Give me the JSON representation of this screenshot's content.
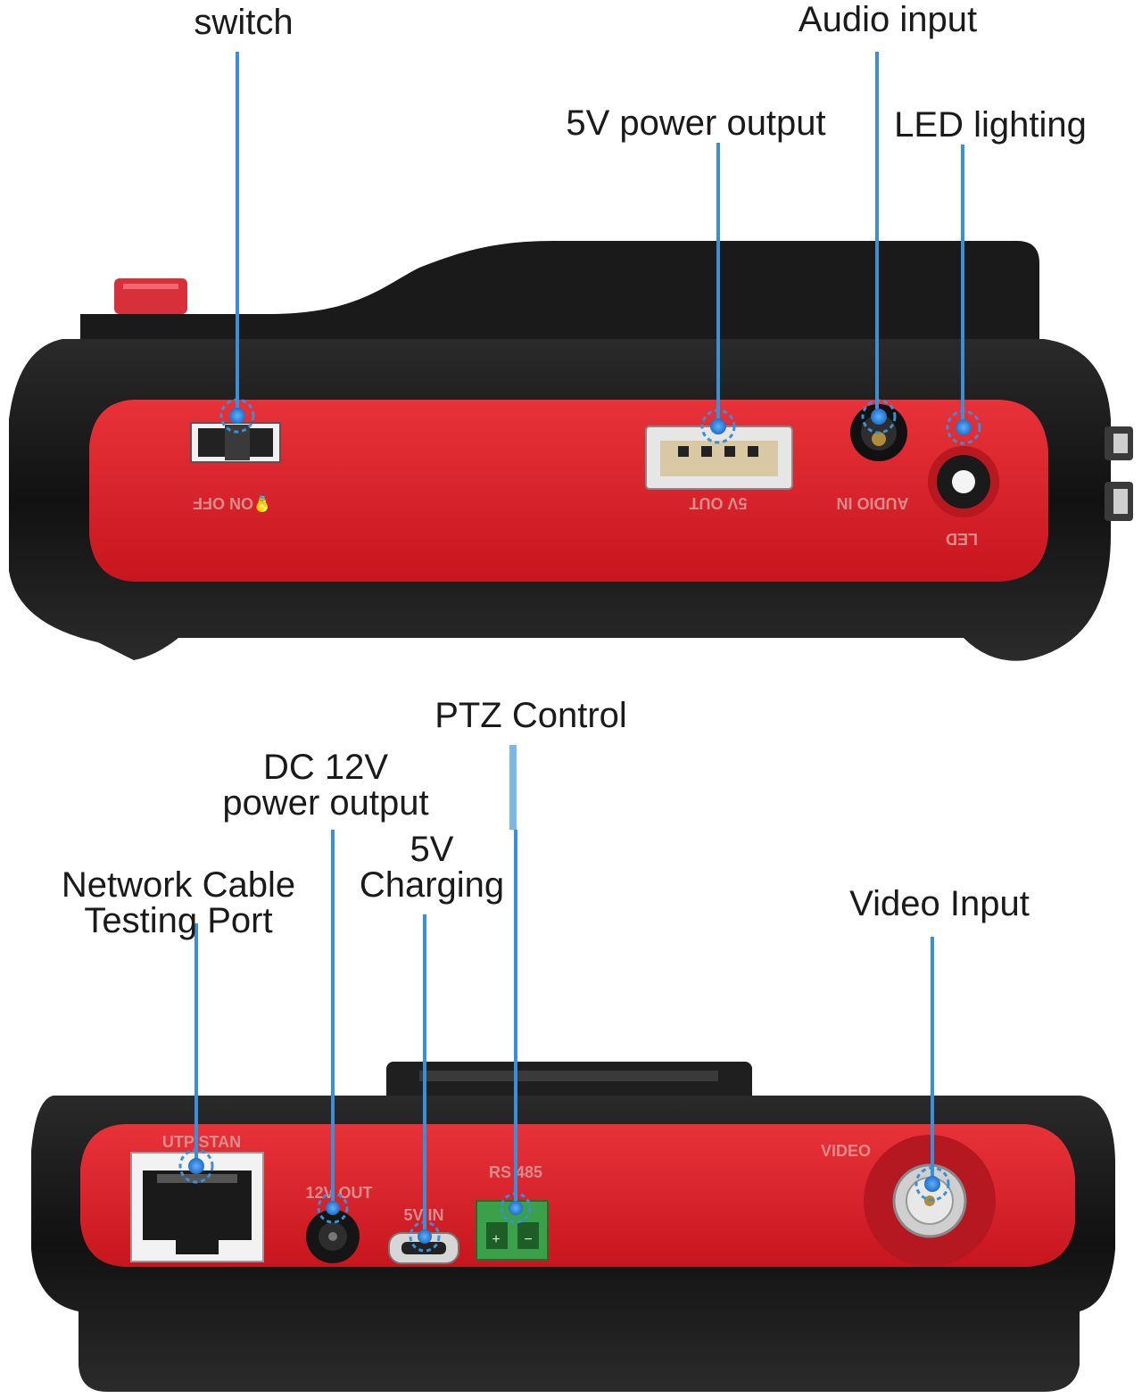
{
  "top_view": {
    "labels": {
      "switch": "switch",
      "audio_input": "Audio input",
      "usb_power": "5V power output",
      "led_lighting": "LED lighting"
    },
    "silkscreen": {
      "switch": "ON OFF",
      "usb": "5V OUT",
      "audio": "AUDIO IN",
      "led": "LED"
    }
  },
  "bottom_view": {
    "labels": {
      "ptz": "PTZ Control",
      "dc12v_line1": "DC 12V",
      "dc12v_line2": "power output",
      "charging_line1": "5V",
      "charging_line2": "Charging",
      "network_line1": "Network Cable",
      "network_line2": "Testing Port",
      "video_input": "Video Input"
    },
    "silkscreen": {
      "utp": "UTP STAN",
      "dc12v": "12V OUT",
      "micro_usb": "5V IN",
      "rs485": "RS 485",
      "video": "VIDEO"
    }
  },
  "colors": {
    "body": "#1c1c1c",
    "panel": "#e0242c",
    "leader_line": "#3b8fd6"
  }
}
